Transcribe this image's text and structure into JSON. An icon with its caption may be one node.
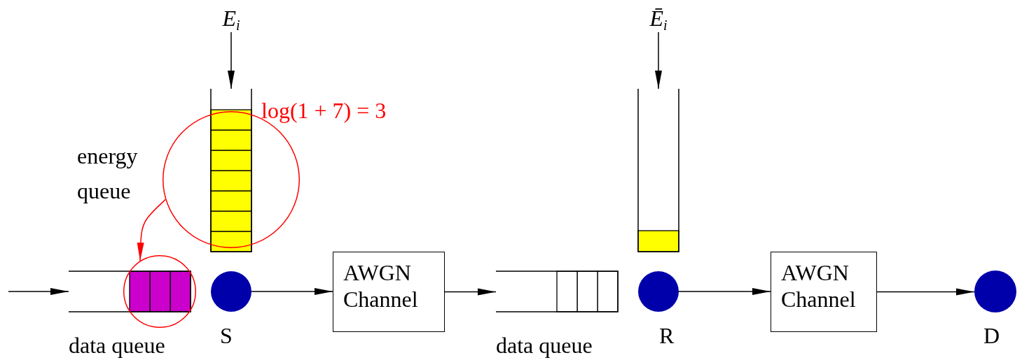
{
  "diagram": {
    "nodes": [
      {
        "text": [
          "*E*$_{i}$"
        ]
      },
      {
        "text": [],
        "shape": "bar"
      },
      {
        "text": [],
        "shape": "circle"
      },
      {
        "text": [],
        "shape": "box"
      },
      {
        "text": [],
        "shape": "circle"
      },
      {
        "text": [],
        "shape": "circle",
        "beside": [
          "S"
        ]
      },
      {
        "text": [
          "AWGN Channel"
        ]
      },
      {
        "text": [],
        "shape": "box"
      },
      {
        "text": [
          "*Ē*$_{i}$"
        ]
      },
      {
        "text": [],
        "shape": "bar"
      },
      {
        "text": [],
        "shape": "circle",
        "beside": [
          "R"
        ]
      },
      {
        "text": [
          "AWGN Channel"
        ]
      },
      {
        "text": [],
        "shape": "circle",
        "beside": [
          "D"
        ]
      }
    ],
    "edges": [
      {
        "from": null,
        "to": 3,
        "arrow": "to"
      },
      {
        "from": 0,
        "to": 1,
        "arrow": "to"
      },
      {
        "from": 2,
        "to": 4,
        "arrow": "to",
        "color": "#ff0000"
      },
      {
        "from": 5,
        "to": 6,
        "arrow": "to"
      },
      {
        "from": 6,
        "to": 7,
        "arrow": "to"
      },
      {
        "from": 8,
        "to": 9,
        "arrow": "to"
      },
      {
        "from": 10,
        "to": 11,
        "arrow": "to"
      },
      {
        "from": 11,
        "to": 12,
        "arrow": "to"
      }
    ],
    "labels": [
      "log(1 + 7) = 3",
      "energy queue",
      "data queue",
      "data queue"
    ]
  }
}
